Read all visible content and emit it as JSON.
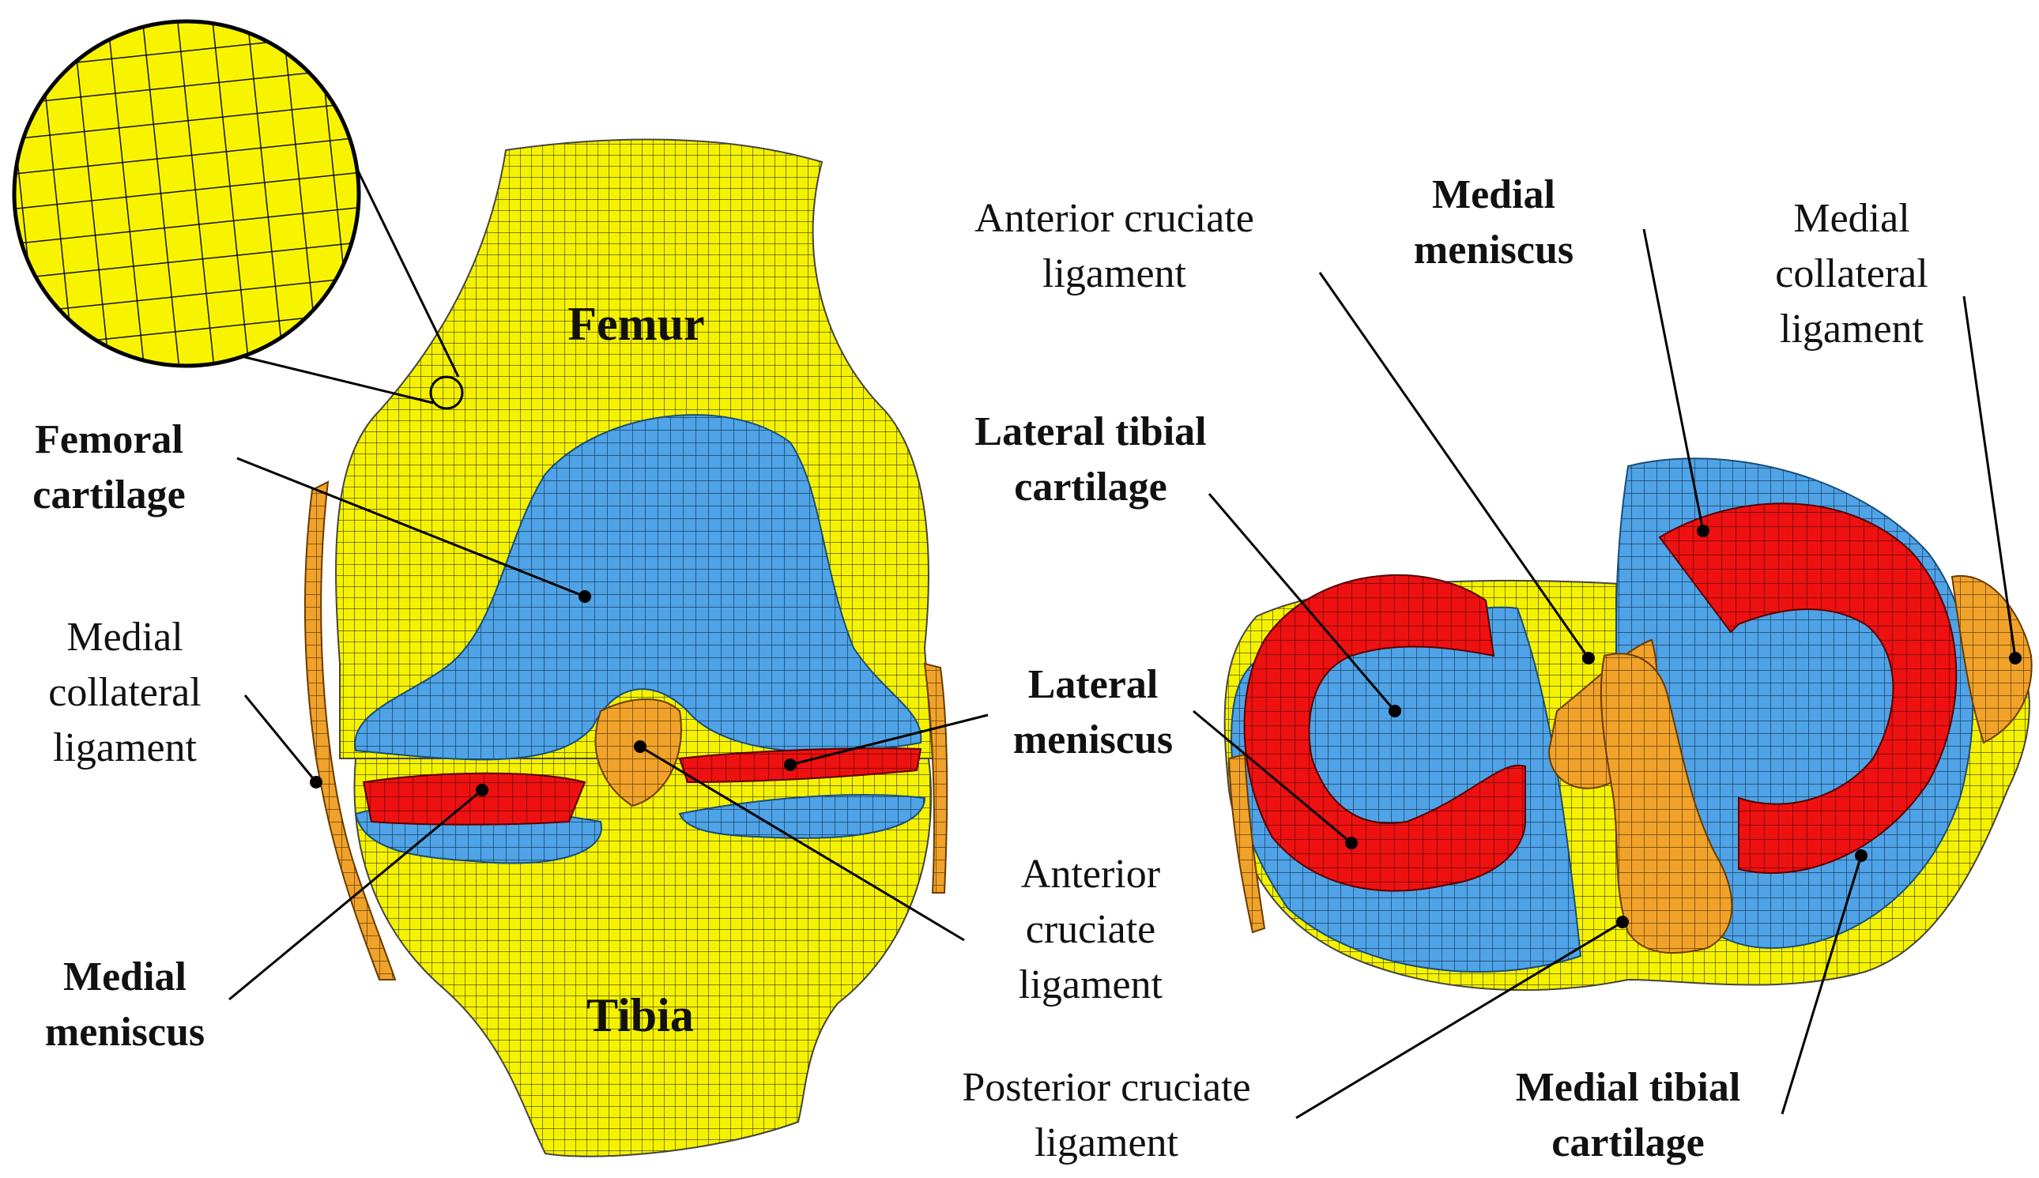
{
  "colors": {
    "bone": "#f5f200",
    "cartilage": "#4fa3e6",
    "meniscus": "#ee1111",
    "ligament": "#f0a22a",
    "mesh_line": "#2a2a00",
    "leader": "#000000"
  },
  "left_view": {
    "femur": "Femur",
    "tibia": "Tibia",
    "femoral_cartilage": [
      "Femoral",
      "cartilage"
    ],
    "medial_collateral_ligament": [
      "Medial",
      "collateral",
      "ligament"
    ],
    "medial_meniscus": [
      "Medial",
      "meniscus"
    ],
    "lateral_meniscus": [
      "Lateral",
      "meniscus"
    ],
    "anterior_cruciate_ligament": [
      "Anterior",
      "cruciate",
      "ligament"
    ]
  },
  "right_view": {
    "anterior_cruciate_ligament": [
      "Anterior cruciate",
      "ligament"
    ],
    "medial_meniscus": [
      "Medial",
      "meniscus"
    ],
    "medial_collateral_ligament": [
      "Medial",
      "collateral",
      "ligament"
    ],
    "lateral_tibial_cartilage": [
      "Lateral tibial",
      "cartilage"
    ],
    "posterior_cruciate_ligament": [
      "Posterior cruciate",
      "ligament"
    ],
    "medial_tibial_cartilage": [
      "Medial tibial",
      "cartilage"
    ]
  },
  "icons": {
    "zoom_inset": "mesh-zoom-icon"
  }
}
